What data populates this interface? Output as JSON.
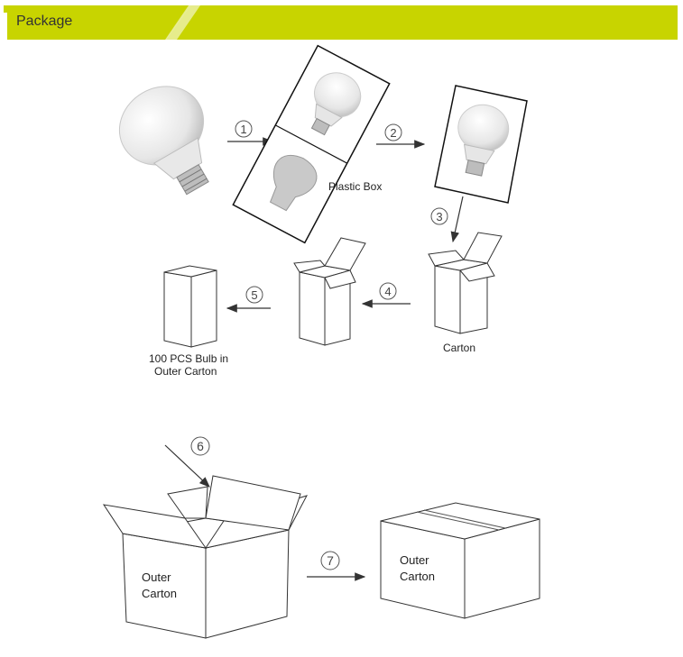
{
  "header": {
    "title": "Package",
    "accent_color": "#c8d400",
    "dark_color": "#5a5a2a"
  },
  "steps": [
    "1",
    "2",
    "3",
    "4",
    "5",
    "6",
    "7"
  ],
  "labels": {
    "plastic_box": "Plastic Box",
    "carton": "Carton",
    "hundred_pcs_line1": "100 PCS Bulb in",
    "hundred_pcs_line2": "Outer Carton",
    "outer_carton_open_line1": "Outer",
    "outer_carton_open_line2": "Carton",
    "outer_carton_closed_line1": "Outer",
    "outer_carton_closed_line2": "Carton"
  }
}
